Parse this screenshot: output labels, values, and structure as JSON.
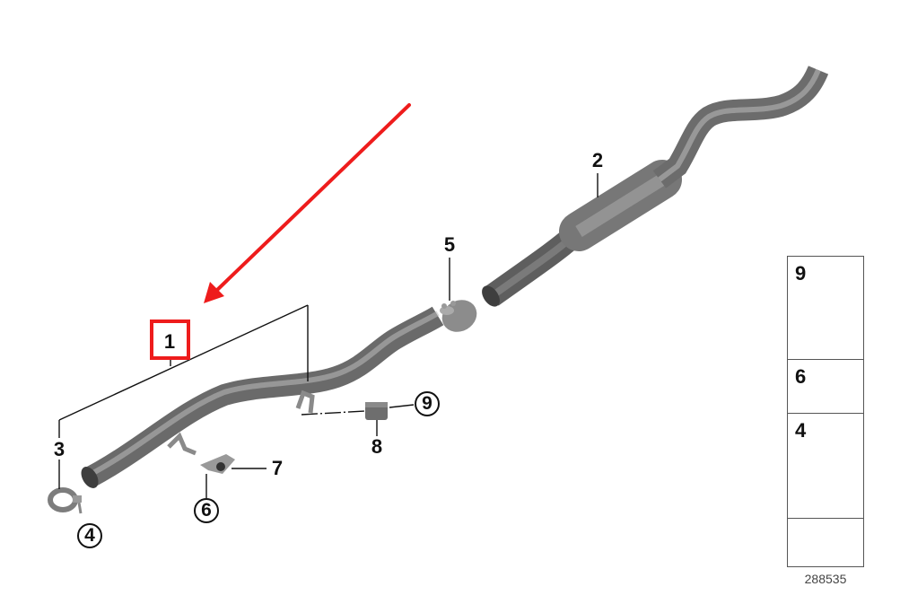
{
  "diagram": {
    "title": "Exhaust system - rear pipe section parts diagram",
    "background": "#ffffff",
    "highlight_color": "#ee1c1c",
    "pipe_color": "#7a7a7a",
    "highlighted_part": "1",
    "callouts": [
      {
        "id": "1",
        "style": "plain",
        "highlighted": true,
        "part": "Exhaust pipe (front/center section)"
      },
      {
        "id": "2",
        "style": "plain",
        "part": "Rear silencer pipe with muffler"
      },
      {
        "id": "3",
        "style": "plain",
        "part": "Pipe clamp"
      },
      {
        "id": "4",
        "style": "circled",
        "part": "Clamp bolt"
      },
      {
        "id": "5",
        "style": "plain",
        "part": "Pipe connector clamp"
      },
      {
        "id": "6",
        "style": "circled",
        "part": "Bolt"
      },
      {
        "id": "7",
        "style": "plain",
        "part": "Bracket with rubber mount"
      },
      {
        "id": "8",
        "style": "plain",
        "part": "Rubber bushing"
      },
      {
        "id": "9",
        "style": "circled",
        "part": "Hex bolt"
      }
    ],
    "legend_panel": {
      "cells": [
        {
          "num": "9",
          "icon": "hex-bolt-icon"
        },
        {
          "num": "6",
          "icon": "flange-bolt-icon"
        },
        {
          "num": "4",
          "icon": "clamp-bolt-icon"
        },
        {
          "num": "",
          "icon": "direction-arrow-icon"
        }
      ],
      "reference_number": "288535"
    },
    "annotation": {
      "type": "red-arrow",
      "points_to": "1"
    }
  }
}
